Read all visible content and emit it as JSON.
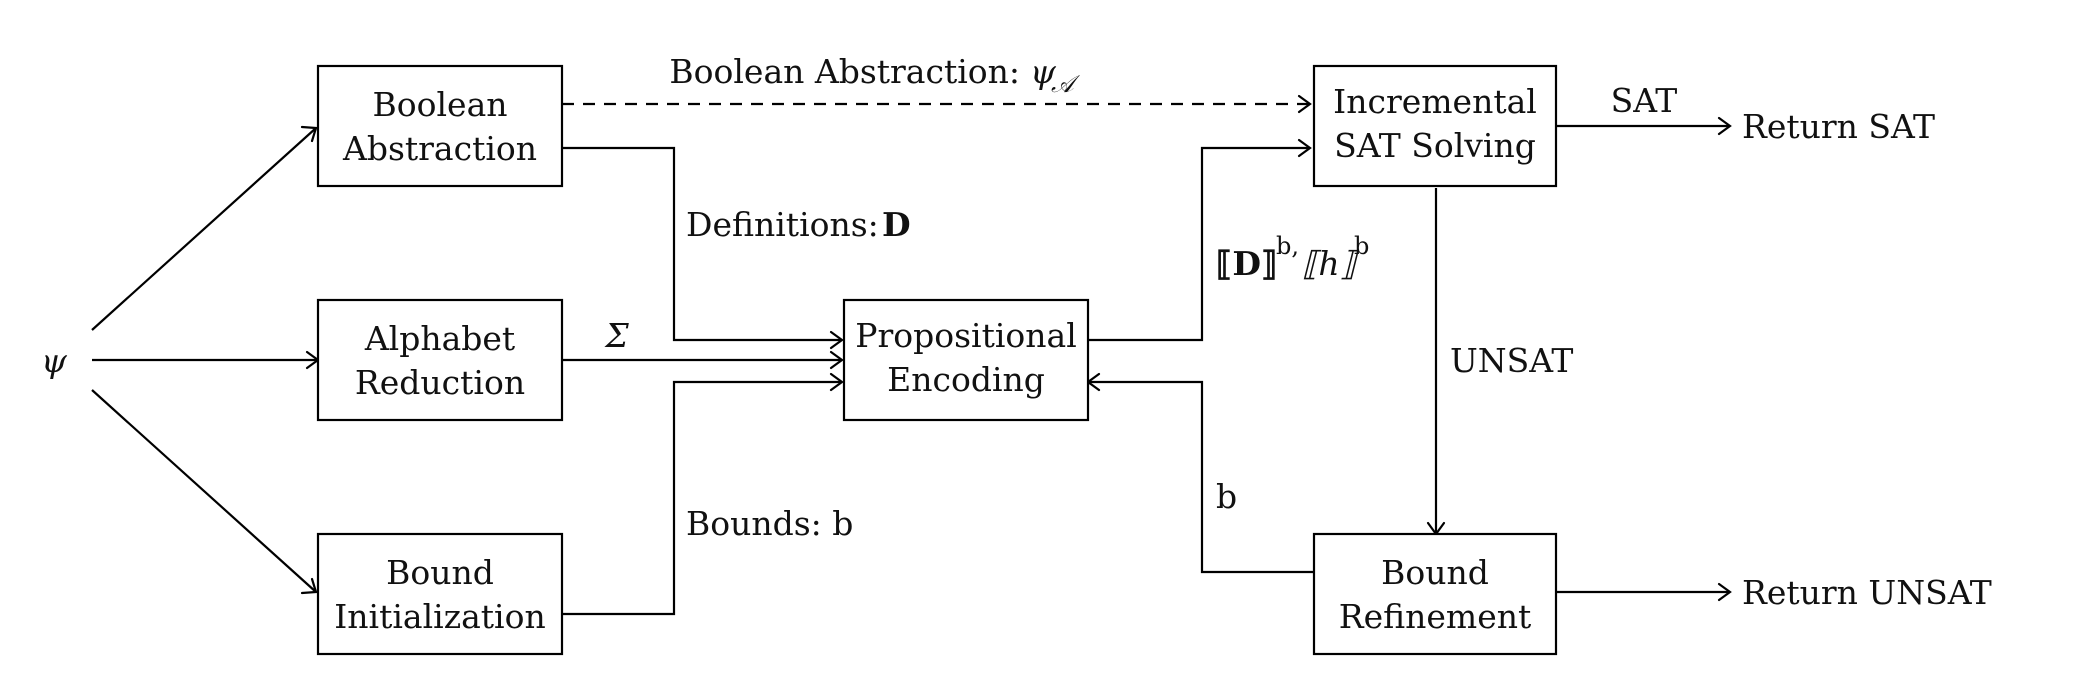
{
  "input_symbol": "ψ",
  "nodes": {
    "boolean_abstraction": {
      "line1": "Boolean",
      "line2": "Abstraction"
    },
    "alphabet_reduction": {
      "line1": "Alphabet",
      "line2": "Reduction"
    },
    "bound_initialization": {
      "line1": "Bound",
      "line2": "Initialization"
    },
    "propositional_encoding": {
      "line1": "Propositional",
      "line2": "Encoding"
    },
    "incremental_sat": {
      "line1": "Incremental",
      "line2": "SAT Solving"
    },
    "bound_refinement": {
      "line1": "Bound",
      "line2": "Refinement"
    }
  },
  "edge_labels": {
    "boolean_abstraction_prefix": "Boolean Abstraction: ",
    "boolean_abstraction_symbol": "ψ",
    "boolean_abstraction_sub": "𝒜",
    "definitions_prefix": "Definitions: ",
    "definitions_symbol": "D",
    "sigma": "Σ",
    "bounds": "Bounds: b",
    "encoding_out_1": "⟦D⟧",
    "encoding_out_sup1": "b,",
    "encoding_out_2": "⟦h⟧",
    "encoding_out_sup2": "b",
    "sat": "SAT",
    "unsat": "UNSAT",
    "b_feedback": "b"
  },
  "outputs": {
    "return_sat": "Return SAT",
    "return_unsat": "Return UNSAT"
  }
}
